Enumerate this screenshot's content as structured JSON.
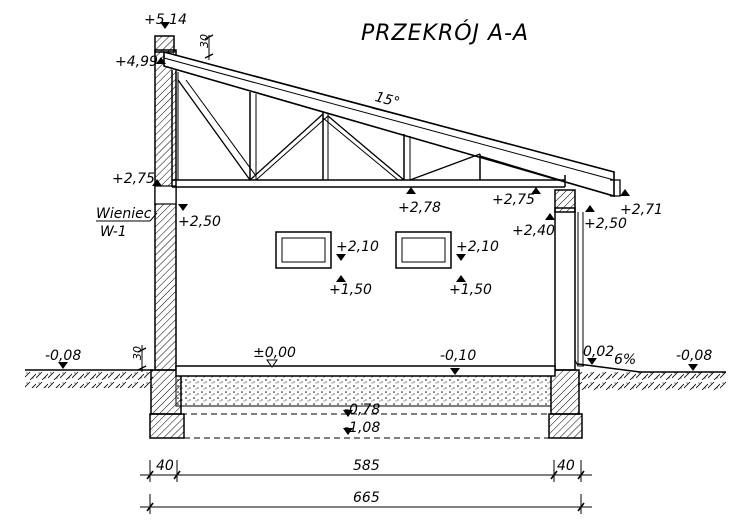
{
  "title": "PRZEKRÓJ A-A",
  "roof_angle": "15°",
  "wall_label": {
    "line1": "Wieniec",
    "line2": "W-1"
  },
  "levels": {
    "chimney_top": "+5,14",
    "roof_top": "+4,99",
    "eave_left": "+2,75",
    "wieniec_left": "+2,50",
    "truss_bottom": "+2,78",
    "truss_right": "+2,75",
    "gutter": "+2,71",
    "lintel_right": "+2,40",
    "lintel_right2": "+2,50",
    "win1_top": "+2,10",
    "win1_bottom": "+1,50",
    "win2_top": "+2,10",
    "win2_bottom": "+1,50",
    "floor": "±0,00",
    "ground_left": "-0,08",
    "floor_inner": "-0,10",
    "door_step": "0,02",
    "slope": "6%",
    "ground_right": "-0,08",
    "foundation_1": "-0,78",
    "foundation_2": "-1,08"
  },
  "dimensions": {
    "top_30": "30",
    "side_30": "30",
    "left_wall": "40",
    "interior": "585",
    "right_wall": "40",
    "total": "665"
  },
  "colors": {
    "ink": "#000000",
    "background": "#ffffff"
  }
}
